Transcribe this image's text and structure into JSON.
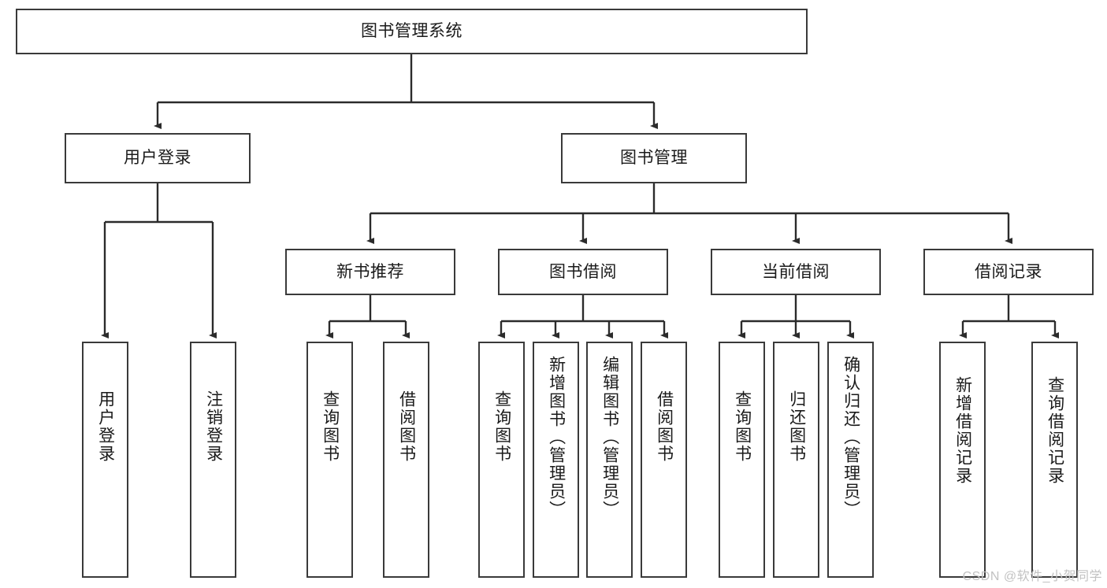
{
  "diagram": {
    "title": "图书管理系统",
    "type": "tree-hierarchy",
    "stroke_color": "#3a3a3a",
    "fill_color": "#ffffff",
    "text_color": "#1a1a1a"
  },
  "root": {
    "label": "图书管理系统"
  },
  "level2": [
    {
      "label": "用户登录"
    },
    {
      "label": "图书管理"
    }
  ],
  "level3": [
    {
      "label": "新书推荐"
    },
    {
      "label": "图书借阅"
    },
    {
      "label": "当前借阅"
    },
    {
      "label": "借阅记录"
    }
  ],
  "leaves": {
    "user_login": [
      {
        "label": "用户登录"
      },
      {
        "label": "注销登录"
      }
    ],
    "new_book_recommend": [
      {
        "label": "查询图书"
      },
      {
        "label": "借阅图书"
      }
    ],
    "book_borrow": [
      {
        "label": "查询图书"
      },
      {
        "label": "新增图书（管理员）"
      },
      {
        "label": "编辑图书（管理员）"
      },
      {
        "label": "借阅图书"
      }
    ],
    "current_borrow": [
      {
        "label": "查询图书"
      },
      {
        "label": "归还图书"
      },
      {
        "label": "确认归还（管理员）"
      }
    ],
    "borrow_record": [
      {
        "label": "新增借阅记录"
      },
      {
        "label": "查询借阅记录"
      }
    ]
  },
  "watermark": {
    "text": "CSDN @软件_小贺同学"
  }
}
